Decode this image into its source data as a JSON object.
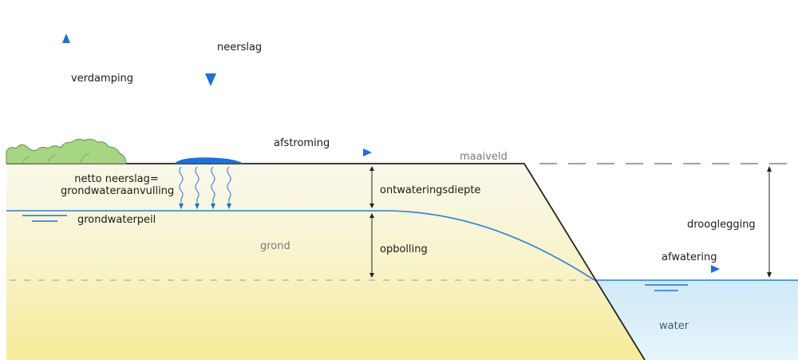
{
  "labels": {
    "verdamping": "verdamping",
    "neerslag": "neerslag",
    "afstroming": "afstroming",
    "maaiveld": "maaiveld",
    "netto_neerslag_line1": "netto neerslag=",
    "netto_neerslag_line2": "grondwateraanvulling",
    "ontwateringsdiepte": "ontwateringsdiepte",
    "grondwaterpeil": "grondwaterpeil",
    "grond": "grond",
    "opbolling": "opbolling",
    "drooglegging": "drooglegging",
    "afwatering": "afwatering",
    "water": "water"
  },
  "colors": {
    "arrow_blue": "#1f6fd6",
    "arrow_light": "#9ec3ee",
    "water_blue": "#bfe3f3",
    "soil_top": "#f8f7e4",
    "soil_bottom": "#f7ec9a",
    "vegetation": "#9fd07e",
    "vegetation_edge": "#5f8f4a",
    "groundwater_line": "#2e7fd6",
    "outline": "#222222"
  },
  "icons": [
    "up-arrow-icon",
    "down-arrow-icon",
    "right-arrow-icon",
    "double-arrow-icon",
    "water-level-icon",
    "wavy-arrow-icon"
  ]
}
